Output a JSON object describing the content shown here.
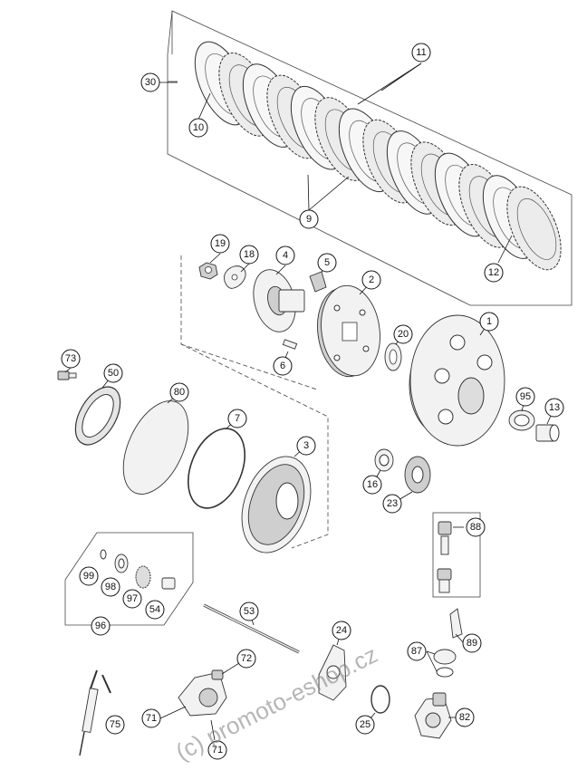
{
  "diagram": {
    "watermark": "(c) promoto-eshop.cz",
    "callouts": [
      "30",
      "10",
      "11",
      "9",
      "12",
      "19",
      "18",
      "4",
      "5",
      "2",
      "1",
      "6",
      "20",
      "73",
      "50",
      "80",
      "7",
      "3",
      "95",
      "13",
      "16",
      "23",
      "88",
      "99",
      "98",
      "97",
      "54",
      "96",
      "53",
      "24",
      "72",
      "89",
      "87",
      "75",
      "71",
      "71",
      "25",
      "82"
    ]
  }
}
